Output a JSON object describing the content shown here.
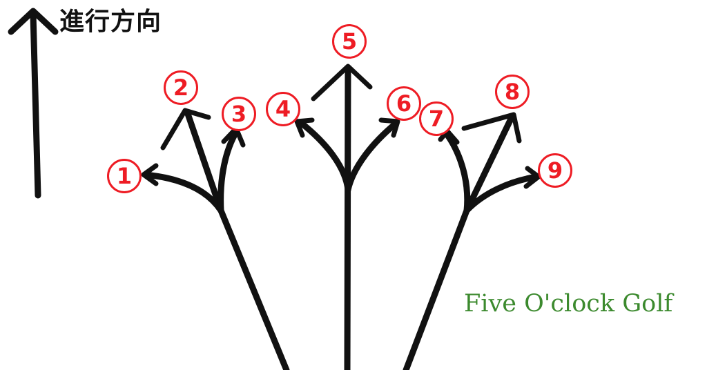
{
  "direction_label": "進行方向",
  "brand": "Five O'clock Golf",
  "colors": {
    "line": "#111111",
    "badge_red": "#ee1c24",
    "brand_green": "#3c8a2e"
  },
  "labels": [
    {
      "id": "1",
      "text": "1"
    },
    {
      "id": "2",
      "text": "2"
    },
    {
      "id": "3",
      "text": "3"
    },
    {
      "id": "4",
      "text": "4"
    },
    {
      "id": "5",
      "text": "5"
    },
    {
      "id": "6",
      "text": "6"
    },
    {
      "id": "7",
      "text": "7"
    },
    {
      "id": "8",
      "text": "8"
    },
    {
      "id": "9",
      "text": "9"
    }
  ]
}
